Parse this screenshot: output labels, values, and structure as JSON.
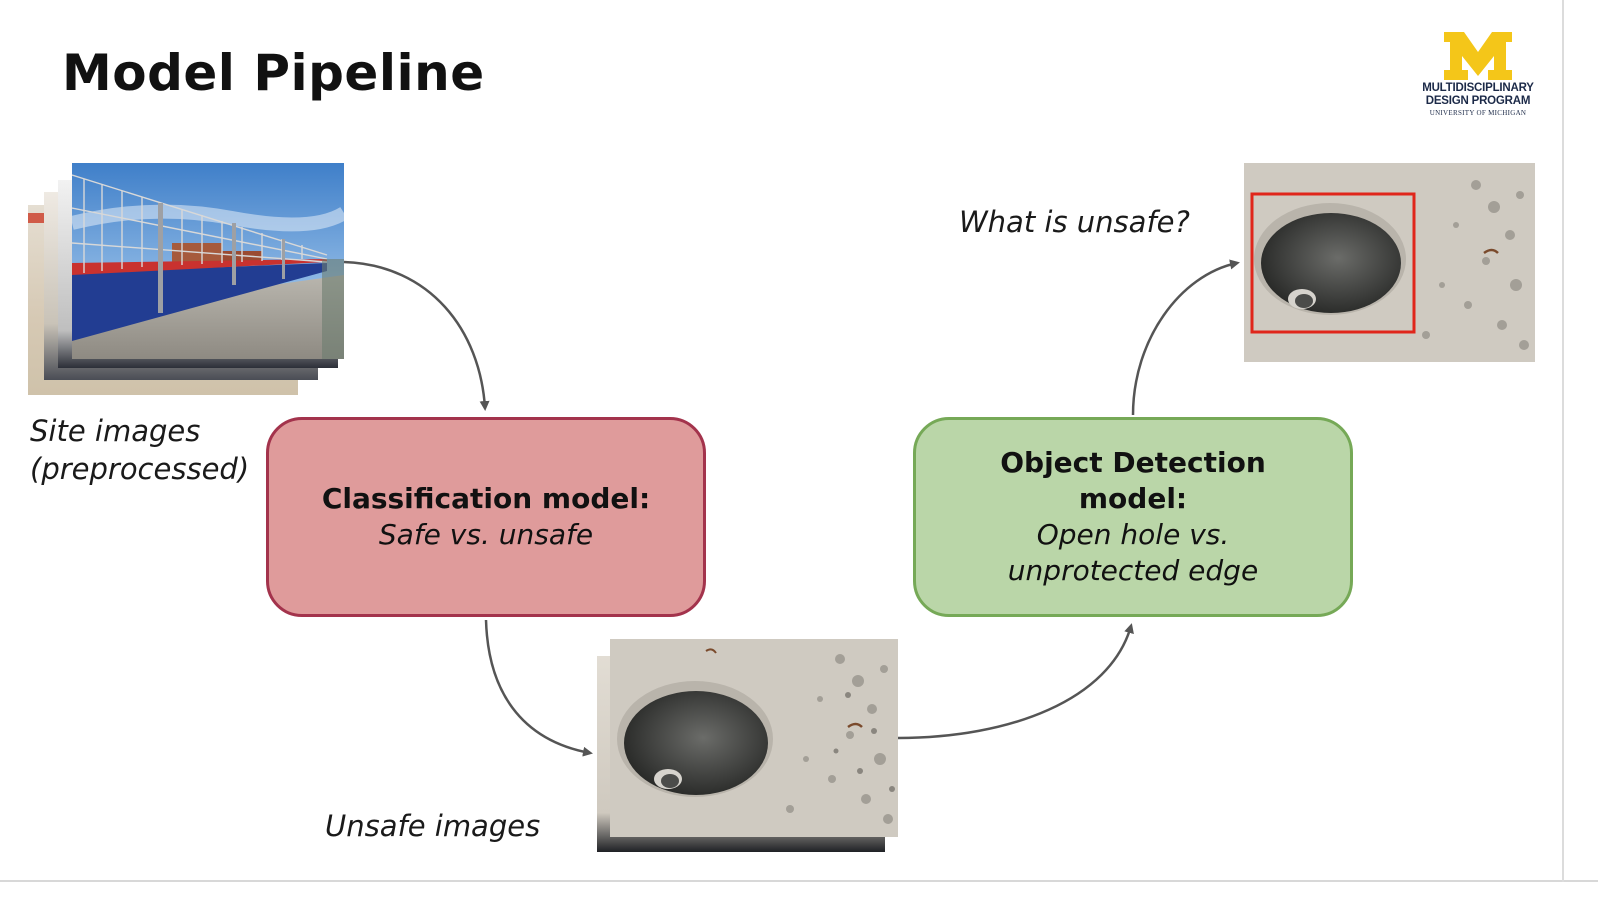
{
  "slide": {
    "title": "Model Pipeline"
  },
  "logo": {
    "letter": "M",
    "line1": "MULTIDISCIPLINARY",
    "line2": "DESIGN PROGRAM",
    "line3": "UNIVERSITY OF MICHIGAN",
    "color": "#f4c619"
  },
  "labels": {
    "site_images_1": "Site images",
    "site_images_2": "(preprocessed)",
    "unsafe_images": "Unsafe images",
    "what_unsafe": "What is unsafe?"
  },
  "classification": {
    "title": "Classification model:",
    "subtitle": "Safe vs. unsafe",
    "fill": "#df9b9b",
    "border": "#a3334c"
  },
  "detection": {
    "title_line1": "Object Detection",
    "title_line2": "model:",
    "subtitle_line1": "Open hole vs.",
    "subtitle_line2": "unprotected edge",
    "fill": "#bad6a8",
    "border": "#76a957"
  },
  "detection_box_color": "#e0261b",
  "arrow_color": "#555555"
}
